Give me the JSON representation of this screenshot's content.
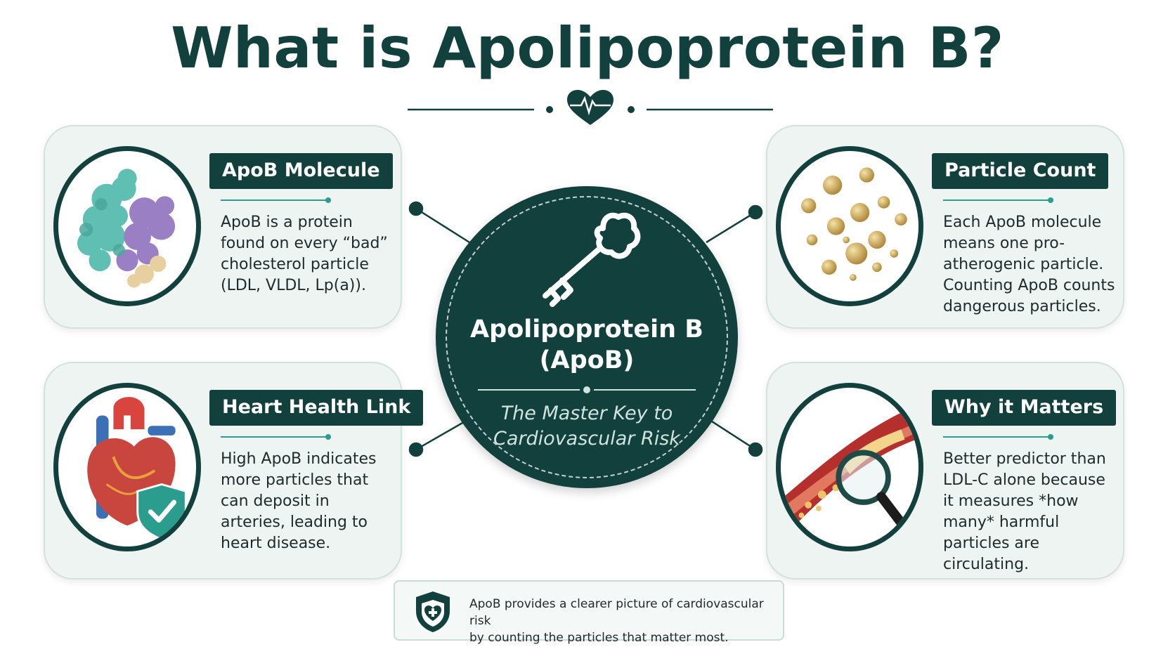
{
  "title": "What is Apolipoprotein B?",
  "center": {
    "title_line1": "Apolipoprotein B",
    "title_line2": "(ApoB)",
    "subtitle_line1": "The Master Key to",
    "subtitle_line2": "Cardiovascular Risk"
  },
  "cards": [
    {
      "label": "ApoB Molecule",
      "body": "ApoB is a protein found on every “bad” cholesterol particle (LDL, VLDL, Lp(a)).",
      "icon": "protein-molecule-icon"
    },
    {
      "label": "Particle Count",
      "body": "Each ApoB molecule means one pro-atherogenic particle. Counting ApoB counts dangerous particles.",
      "icon": "particles-icon"
    },
    {
      "label": "Heart Health Link",
      "body": "High ApoB indicates more particles that can deposit in arteries, leading to heart disease.",
      "icon": "heart-shield-icon"
    },
    {
      "label": "Why it Matters",
      "body": "Better predictor than LDL-C alone because it measures *how many* harmful particles are circulating.",
      "icon": "artery-magnifier-icon"
    }
  ],
  "footer": {
    "text_line1": "ApoB provides a clearer picture of cardiovascular risk",
    "text_line2": "by counting the particles that matter most."
  },
  "colors": {
    "primary": "#12403d",
    "accent": "#2a9d8f",
    "card_bg": "#eef4f2"
  }
}
